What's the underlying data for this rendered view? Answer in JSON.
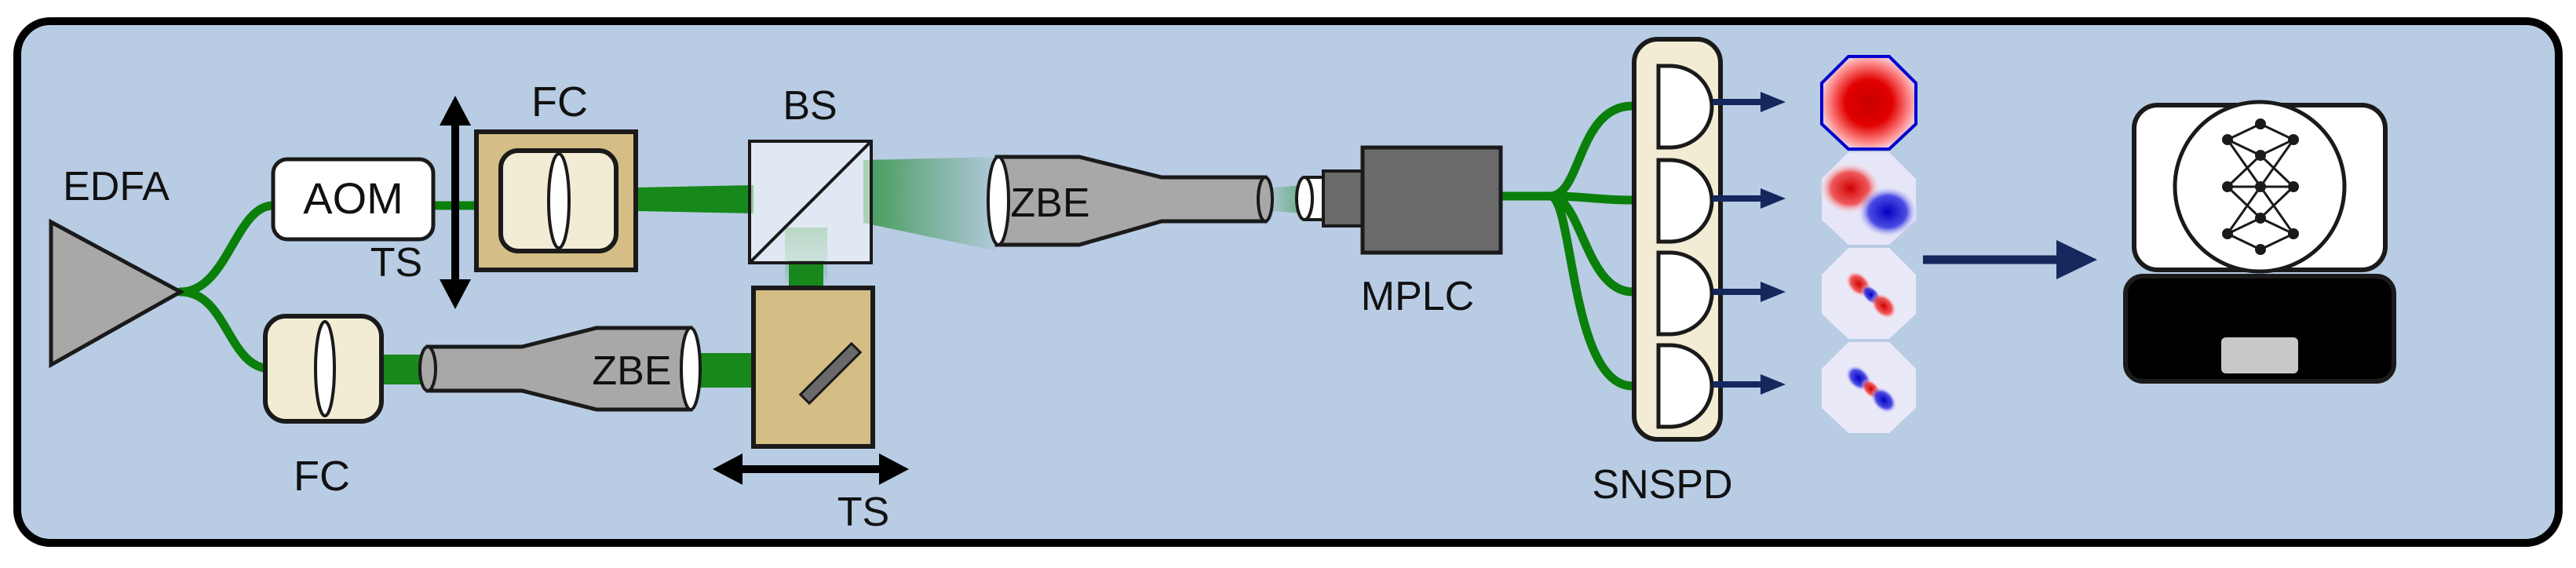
{
  "colors": {
    "background": "#b8cce4",
    "frame": "#000000",
    "fiber": "#0a7f0a",
    "beam": "#17881a",
    "tan": "#d5bd86",
    "cream": "#f3ecd4",
    "grey_light": "#a8a8a8",
    "grey_dark": "#6a6a6a",
    "navy": "#14285e",
    "mode_red": "#e00000",
    "mode_blue": "#0000cc"
  },
  "labels": {
    "edfa": "EDFA",
    "aom": "AOM",
    "fc_top": "FC",
    "fc_bottom": "FC",
    "ts_vertical": "TS",
    "ts_horizontal": "TS",
    "bs": "BS",
    "zbe_top": "ZBE",
    "zbe_bottom": "ZBE",
    "mplc": "MPLC",
    "snspd": "SNSPD"
  },
  "icons": {
    "amplifier": "triangle-amplifier-icon",
    "lens": "lens-icon",
    "mirror": "mirror-icon",
    "detector": "detector-icon",
    "neural_network": "neural-network-icon",
    "computer": "computer-icon"
  },
  "modes": [
    "mode-00",
    "mode-10",
    "mode-11",
    "mode-11-rotated"
  ]
}
